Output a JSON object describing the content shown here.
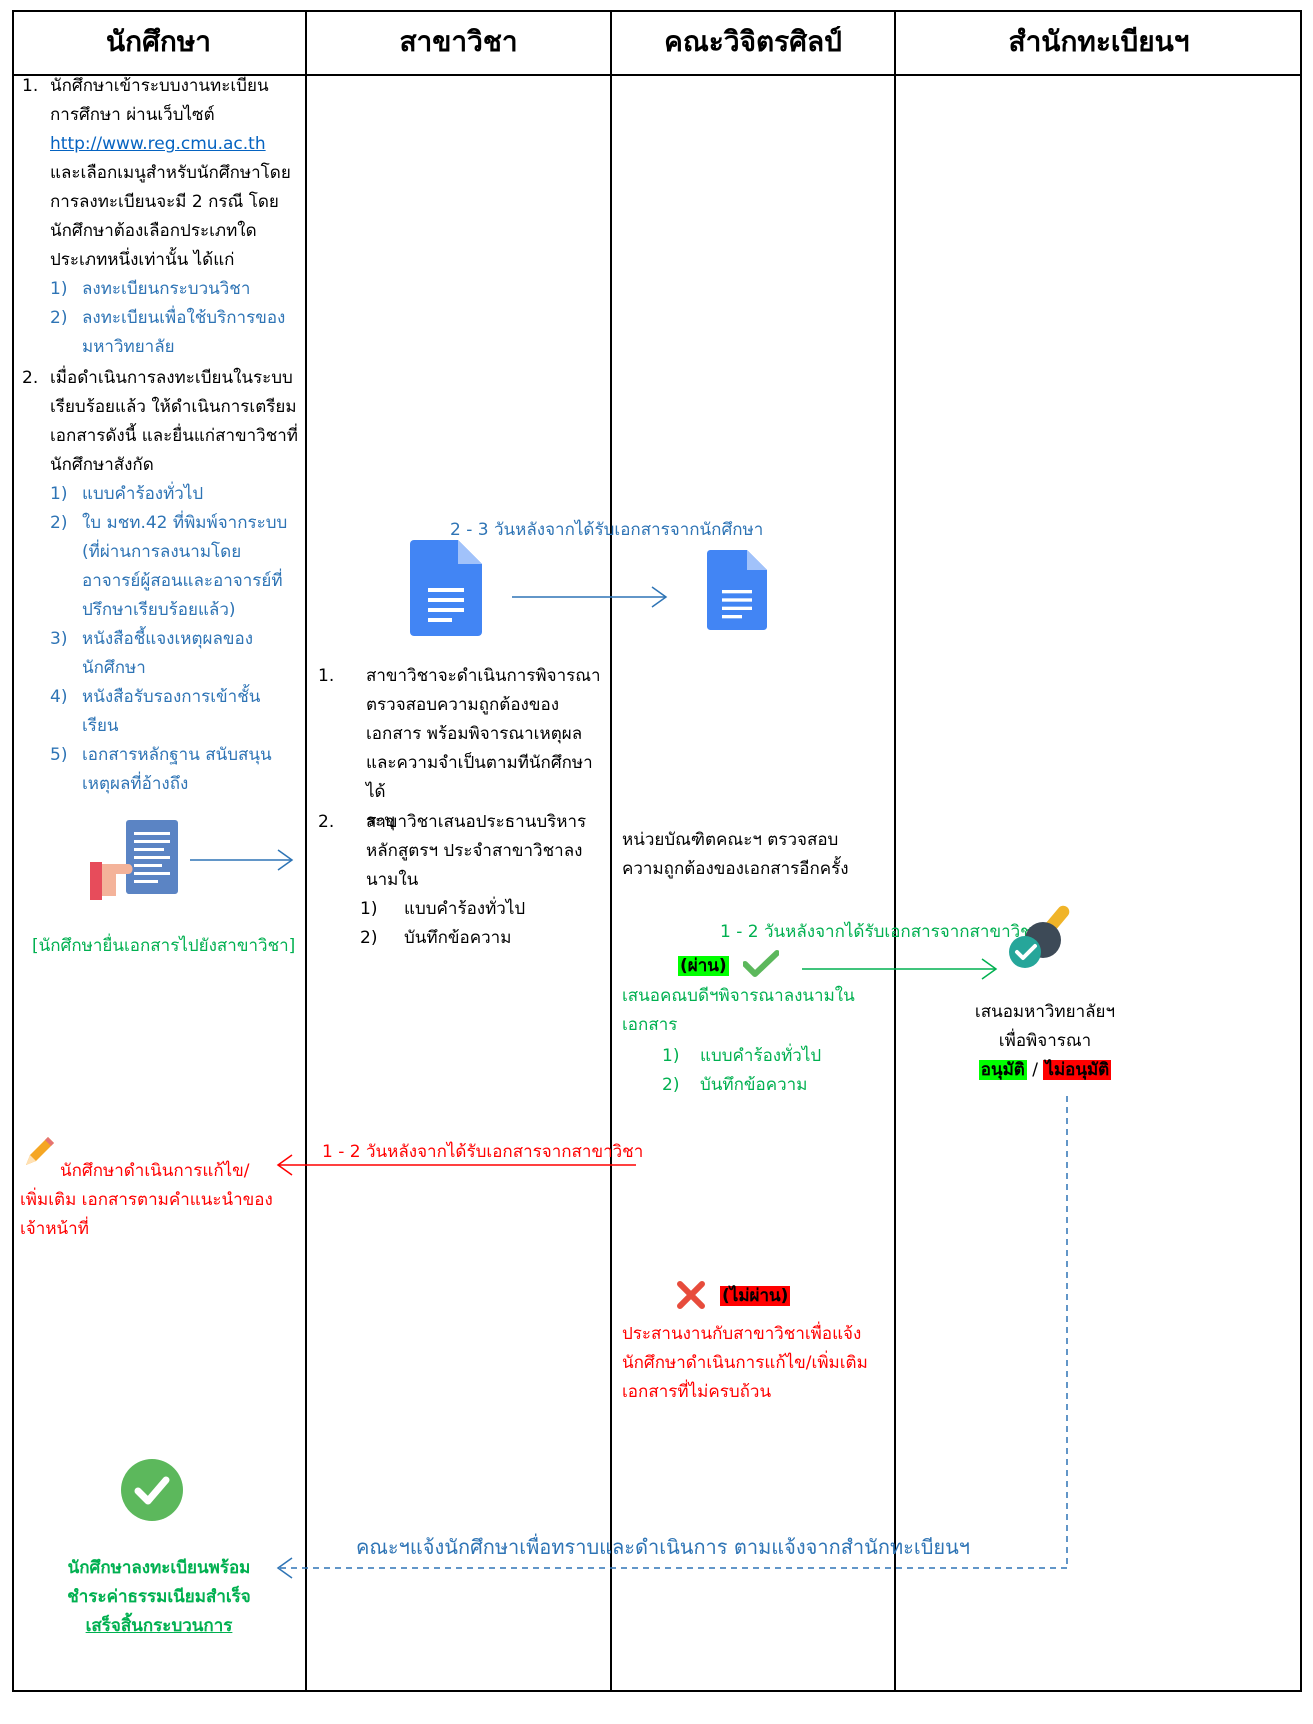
{
  "headers": [
    "นักศึกษา",
    "สาขาวิชา",
    "คณะวิจิตรศิลป์",
    "สำนักทะเบียนฯ"
  ],
  "student": {
    "step1": {
      "num": "1.",
      "lines": [
        "นักศึกษาเข้าระบบงานทะเบียน",
        "การศึกษา ผ่านเว็บไซต์"
      ],
      "link": "http://www.reg.cmu.ac.th",
      "lines2": [
        "และเลือกเมนูสำหรับนักศึกษาโดย",
        "การลงทะเบียนจะมี 2 กรณี โดย",
        "นักศึกษาต้องเลือกประเภทใด",
        "ประเภทหนึ่งเท่านั้น ได้แก่"
      ],
      "options": [
        {
          "num": "1)",
          "lines": [
            "ลงทะเบียนกระบวนวิชา"
          ]
        },
        {
          "num": "2)",
          "lines": [
            "ลงทะเบียนเพื่อใช้บริการของ",
            "มหาวิทยาลัย"
          ]
        }
      ]
    },
    "step2": {
      "num": "2.",
      "lines": [
        "เมื่อดำเนินการลงทะเบียนในระบบ",
        "เรียบร้อยแล้ว ให้ดำเนินการเตรียม",
        "เอกสารดังนี้ และยื่นแก่สาขาวิชาที่",
        "นักศึกษาสังกัด"
      ],
      "docs": [
        {
          "num": "1)",
          "lines": [
            "แบบคำร้องทั่วไป"
          ]
        },
        {
          "num": "2)",
          "lines": [
            "ใบ มชท.42 ที่พิมพ์จากระบบ",
            "(ที่ผ่านการลงนามโดย",
            "อาจารย์ผู้สอนและอาจารย์ที่",
            "ปรึกษาเรียบร้อยแล้ว)"
          ]
        },
        {
          "num": "3)",
          "lines": [
            "หนังสือชี้แจงเหตุผลของ",
            "นักศึกษา"
          ]
        },
        {
          "num": "4)",
          "lines": [
            "หนังสือรับรองการเข้าชั้น",
            "เรียน"
          ]
        },
        {
          "num": "5)",
          "lines": [
            "เอกสารหลักฐาน สนับสนุน",
            "เหตุผลที่อ้างถึง"
          ]
        }
      ]
    },
    "submit_caption": "[นักศึกษายื่นเอกสารไปยังสาขาวิชา]",
    "fix_lines": [
      "นักศึกษาดำเนินการแก้ไข/",
      "เพิ่มเติม เอกสารตามคำแนะนำของ",
      "เจ้าหน้าที่"
    ],
    "done_lines": [
      "นักศึกษาลงทะเบียนพร้อม",
      "ชำระค่าธรรมเนียมสำเร็จ"
    ],
    "done_final": "เสร็จสิ้นกระบวนการ"
  },
  "branch": {
    "doc_transfer_label": "2 - 3 วันหลังจากได้รับเอกสารจากนักศึกษา",
    "steps": [
      {
        "num": "1.",
        "lines": [
          "สาขาวิชาจะดำเนินการพิจารณา",
          "ตรวจสอบความถูกต้องของ",
          "เอกสาร พร้อมพิจารณาเหตุผล",
          "และความจำเป็นตามทีนักศึกษาได้",
          "ระบุ"
        ]
      },
      {
        "num": "2.",
        "lines": [
          "สาขาวิชาเสนอประธานบริหาร",
          "หลักสูตรฯ ประจำสาขาวิชาลง",
          "นามใน"
        ]
      }
    ],
    "sub_items": [
      {
        "num": "1)",
        "text": "แบบคำร้องทั่วไป"
      },
      {
        "num": "2)",
        "text": "บันทึกข้อความ"
      }
    ]
  },
  "faculty": {
    "check_lines": [
      "หน่วยบัณฑิตคณะฯ ตรวจสอบ",
      "ความถูกต้องของเอกสารอีกครั้ง"
    ],
    "pass_label": "1 - 2 วันหลังจากได้รับเอกสารจากสาขาวิชา",
    "pass_badge": "(ผ่าน)",
    "pass_lines": [
      "เสนอคณบดีฯพิจารณาลงนามใน",
      "เอกสาร"
    ],
    "pass_items": [
      {
        "num": "1)",
        "text": "แบบคำร้องทั่วไป"
      },
      {
        "num": "2)",
        "text": "บันทึกข้อความ"
      }
    ],
    "return_label": "1 - 2 วันหลังจากได้รับเอกสารจากสาขาวิชา",
    "fail_badge": "(ไม่ผ่าน)",
    "fail_lines": [
      "ประสานงานกับสาขาวิชาเพื่อแจ้ง",
      "นักศึกษาดำเนินการแก้ไข/เพิ่มเติม",
      "เอกสารที่ไม่ครบถ้วน"
    ],
    "notify_label": "คณะฯแจ้งนักศึกษาเพื่อทราบและดำเนินการ ตามแจ้งจากสำนักทะเบียนฯ"
  },
  "registrar": {
    "lines": [
      "เสนอมหาวิทยาลัยฯ",
      "เพื่อพิจารณา"
    ],
    "approve": "อนุมัติ",
    "sep": " / ",
    "reject": "ไม่อนุมัติ"
  },
  "colors": {
    "blue": "#2E74B5",
    "green": "#00B050",
    "red": "#FF0000",
    "link": "#0563C1"
  }
}
